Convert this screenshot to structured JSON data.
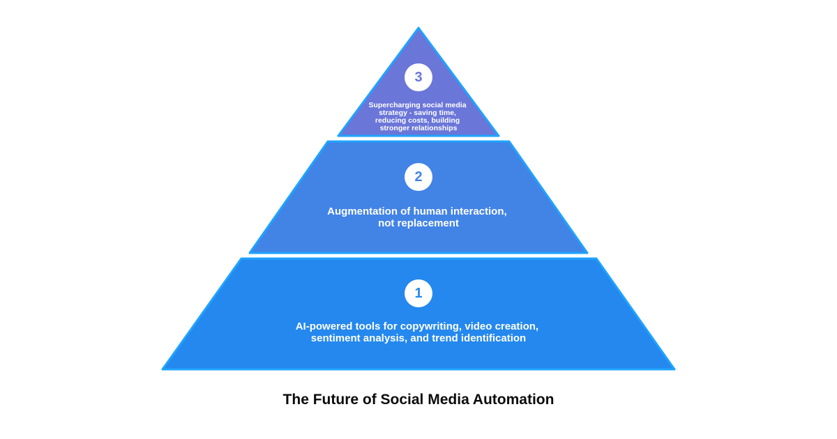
{
  "diagram": {
    "caption": "The Future of Social Media Automation",
    "tiers": [
      {
        "number": "3",
        "lines": [
          "Supercharging social media",
          "strategy - saving time,",
          "reducing costs, building",
          "stronger relationships"
        ],
        "fill": "#6a76d8"
      },
      {
        "number": "2",
        "lines": [
          "Augmentation of human interaction,",
          "not replacement"
        ],
        "fill": "#4283e6"
      },
      {
        "number": "1",
        "lines": [
          "AI-powered tools for copywriting, video creation,",
          "sentiment analysis, and trend identification"
        ],
        "fill": "#2488ee"
      }
    ],
    "colors": {
      "outline": "#1fa3ff",
      "badge_fill": "#ffffff",
      "text": "#ffffff",
      "caption": "#0b0b0b"
    }
  }
}
